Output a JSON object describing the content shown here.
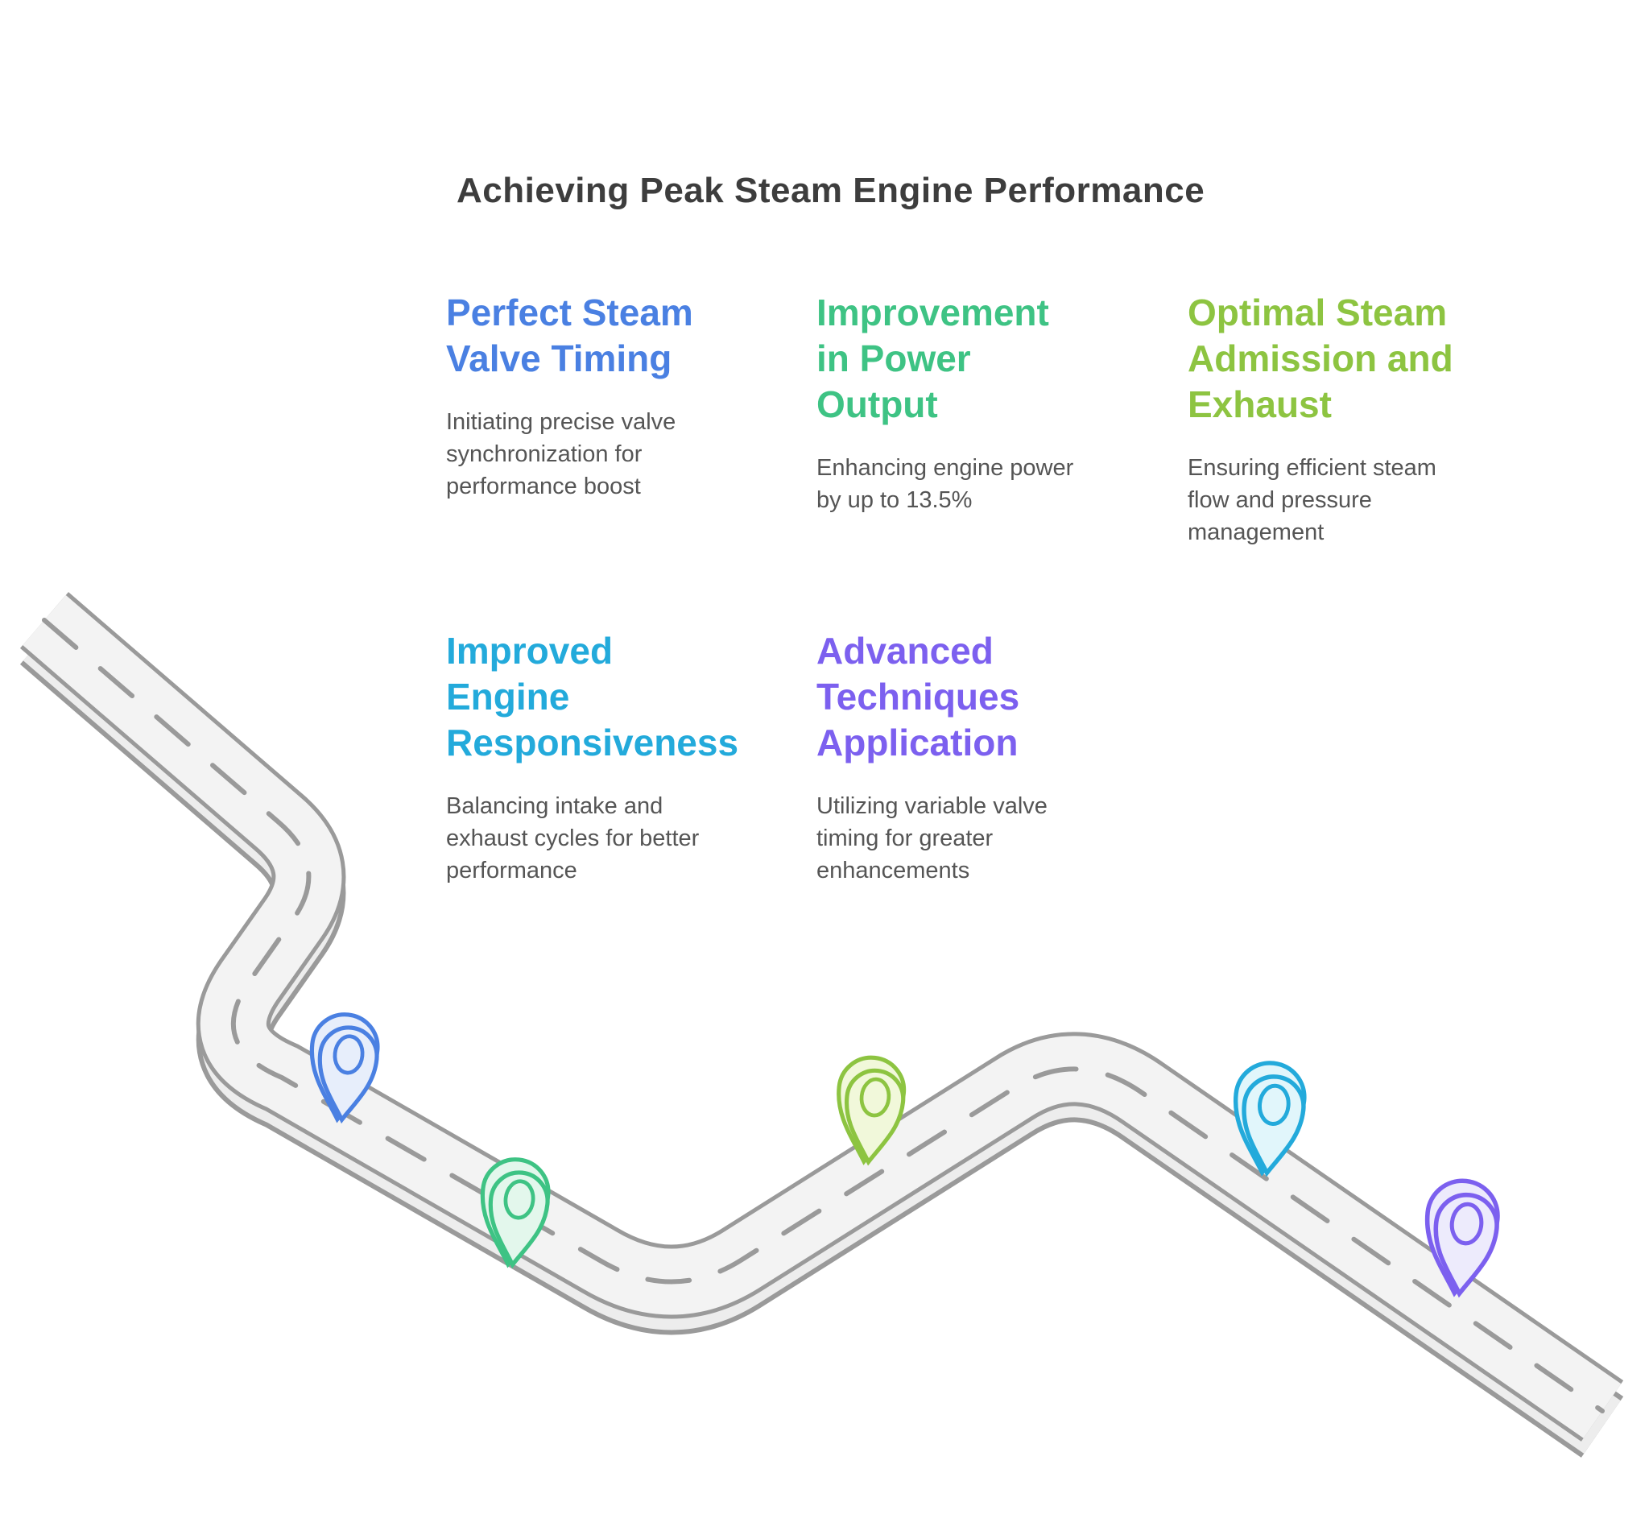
{
  "title": "Achieving Peak Steam Engine Performance",
  "title_color": "#3d3d3d",
  "body_text_color": "#555555",
  "road": {
    "fill": "#f3f3f3",
    "under_fill": "#ededed",
    "stroke": "#9a9a9a"
  },
  "items": [
    {
      "heading": "Perfect Steam\nValve Timing",
      "description": "Initiating precise valve\nsynchronization for\nperformance boost",
      "color": "#4a80e2",
      "light": "#e7eefb",
      "pin": "blue-map-pin"
    },
    {
      "heading": "Improvement\nin Power\nOutput",
      "description": "Enhancing engine power\nby up to 13.5%",
      "color": "#3ec384",
      "light": "#e3f7ec",
      "pin": "green-map-pin"
    },
    {
      "heading": "Optimal Steam\nAdmission and\nExhaust",
      "description": "Ensuring efficient steam\nflow and pressure\nmanagement",
      "color": "#8dc441",
      "light": "#f1f8da",
      "pin": "lime-map-pin"
    },
    {
      "heading": "Improved\nEngine\nResponsiveness",
      "description": "Balancing intake and\nexhaust cycles for better\nperformance",
      "color": "#23aadb",
      "light": "#e1f6fb",
      "pin": "cyan-map-pin"
    },
    {
      "heading": "Advanced\nTechniques\nApplication",
      "description": "Utilizing variable valve\ntiming for greater\nenhancements",
      "color": "#7c60ef",
      "light": "#edebfc",
      "pin": "purple-map-pin"
    }
  ]
}
